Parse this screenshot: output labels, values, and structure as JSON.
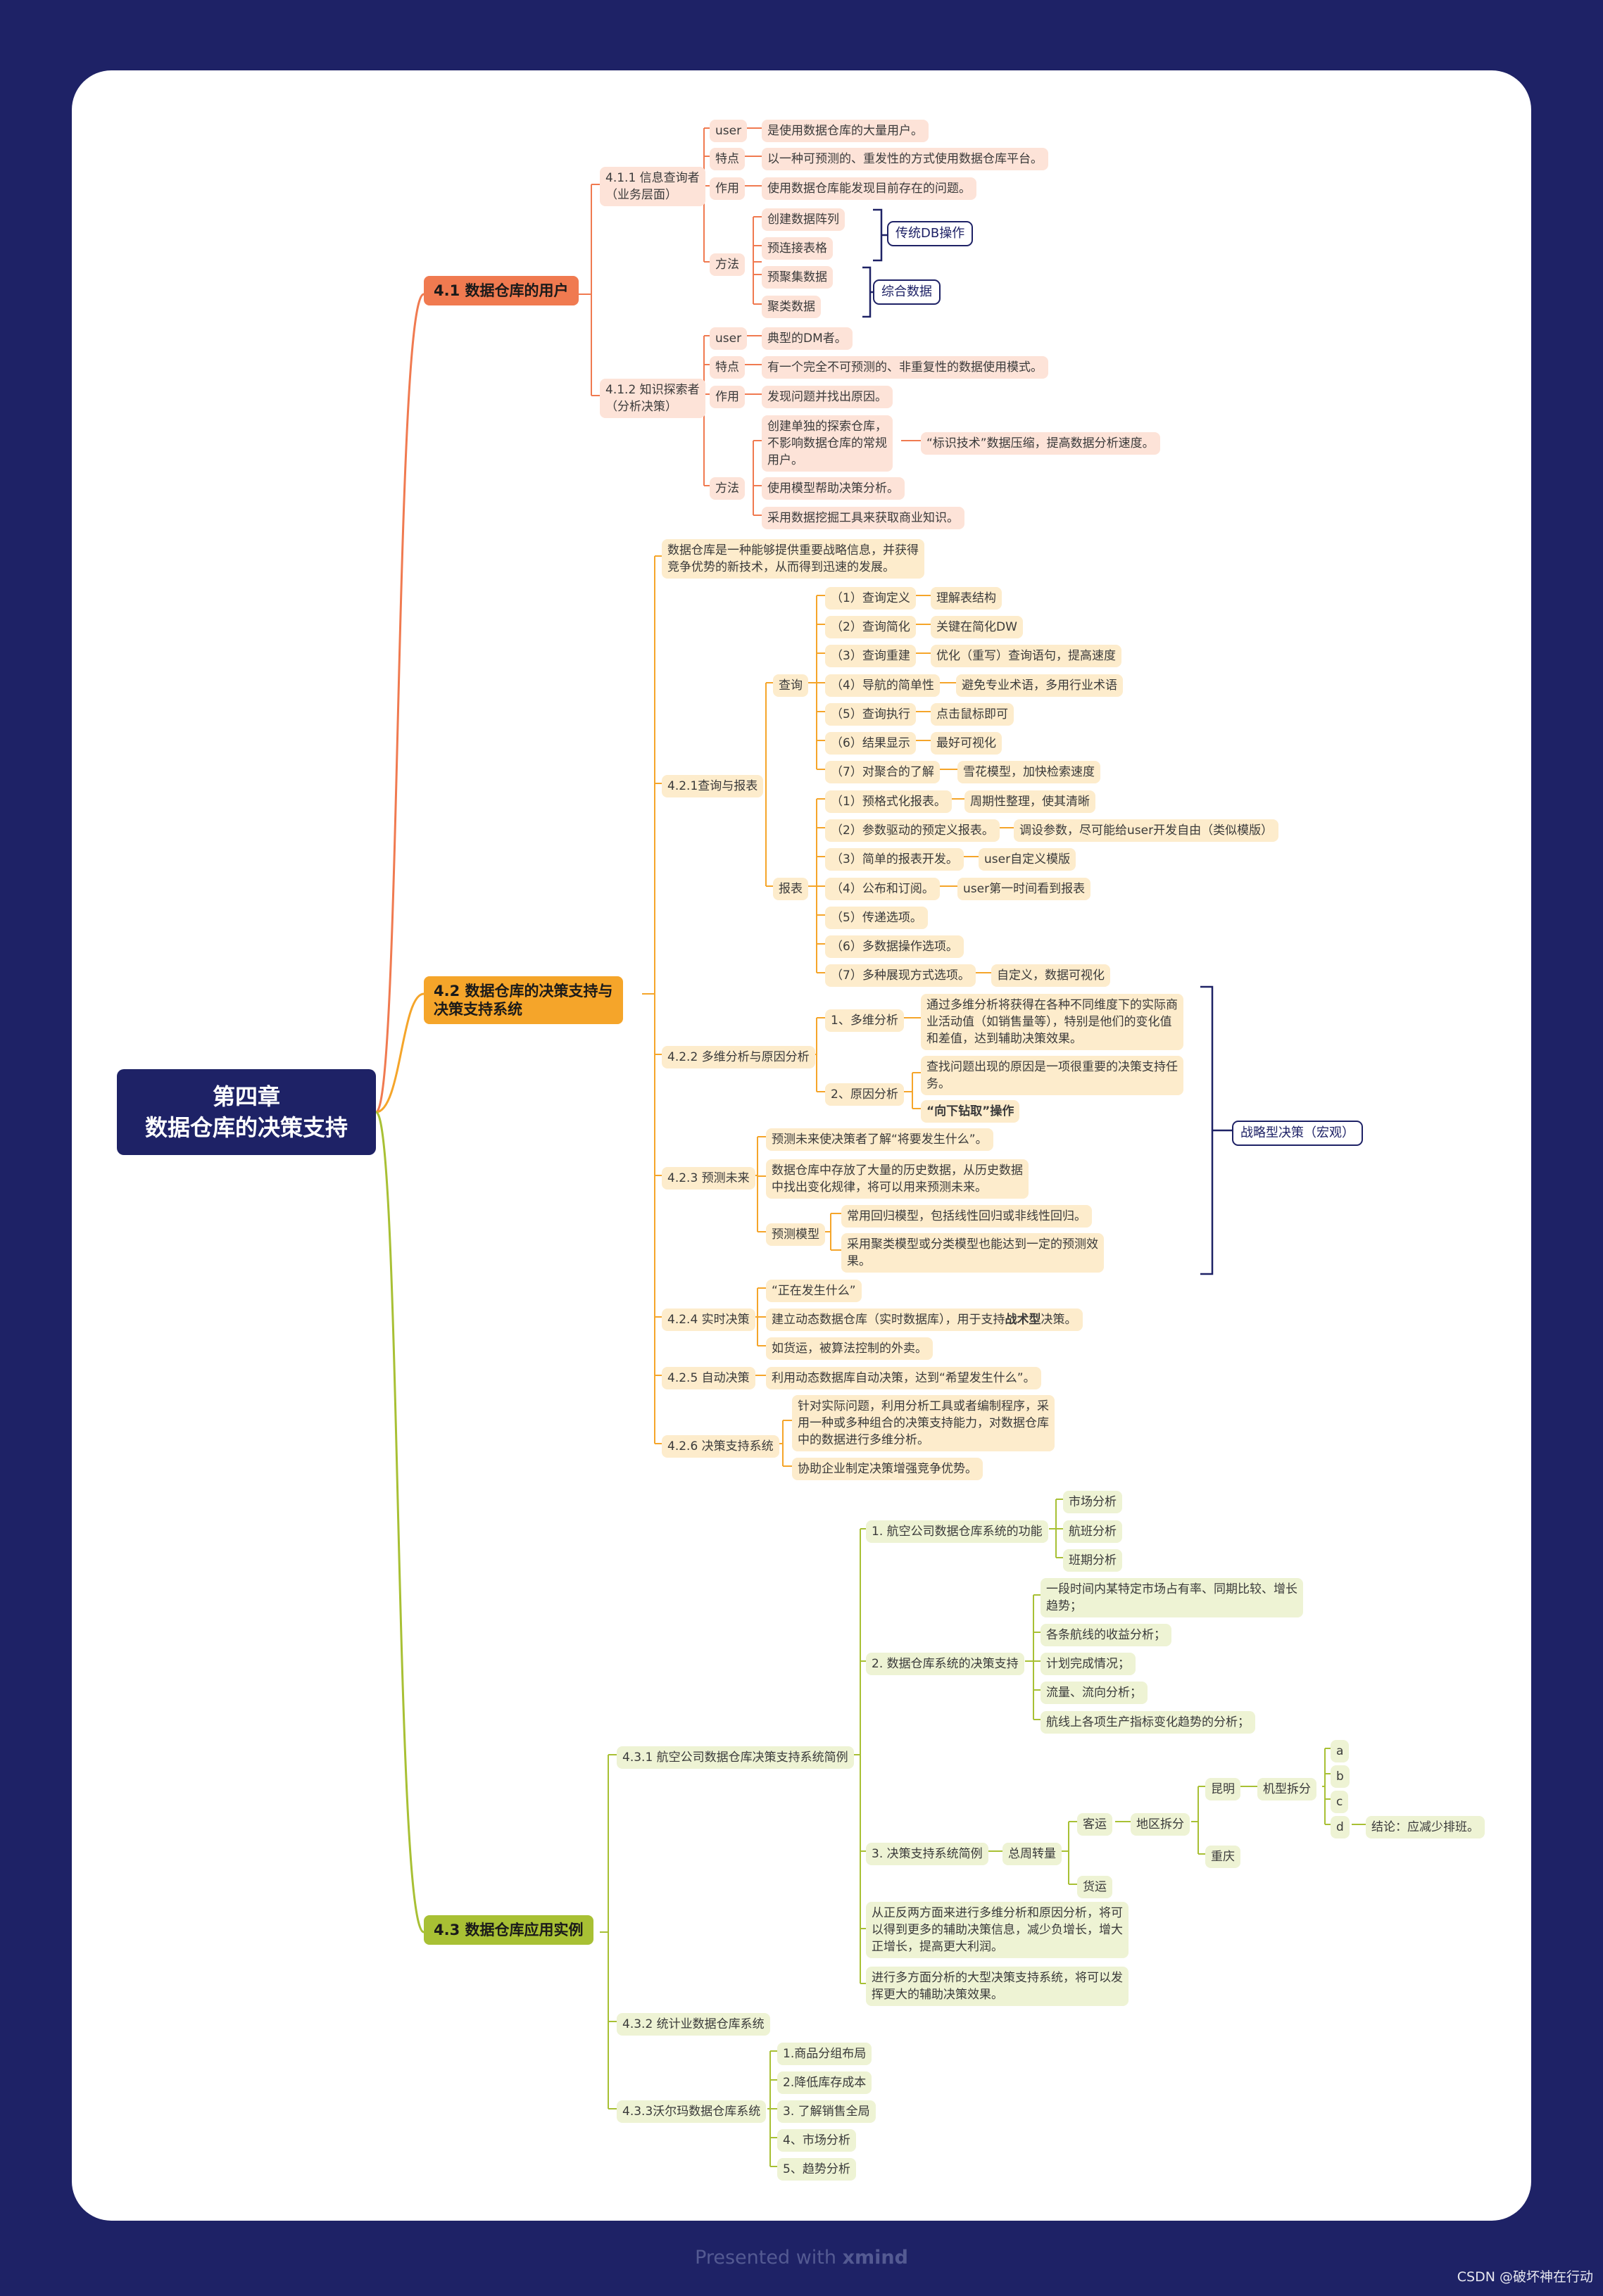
{
  "root": "第四章\n数据仓库的决策支持",
  "footer": {
    "presented": "Presented with",
    "brand": "xmind",
    "credit": "CSDN @破坏神在行动"
  },
  "colors": {
    "frame": "#1e2266",
    "s1": "#f07a50",
    "s2": "#f5a52a",
    "s3": "#a8c034"
  },
  "s1": {
    "title": "4.1 数据仓库的用户",
    "a": {
      "label": "4.1.1 信息查询者\n（业务层面）",
      "user_k": "user",
      "user_v": "是使用数据仓库的大量用户。",
      "feat_k": "特点",
      "feat_v": "以一种可预测的、重发性的方式使用数据仓库平台。",
      "use_k": "作用",
      "use_v": "使用数据仓库能发现目前存在的问题。",
      "method_k": "方法",
      "methods": [
        "创建数据阵列",
        "预连接表格",
        "预聚集数据",
        "聚类数据"
      ],
      "callout1": "传统DB操作",
      "callout2": "综合数据"
    },
    "b": {
      "label": "4.1.2 知识探索者\n（分析决策）",
      "user_k": "user",
      "user_v": "典型的DM者。",
      "feat_k": "特点",
      "feat_v": "有一个完全不可预测的、非重复性的数据使用模式。",
      "use_k": "作用",
      "use_v": "发现问题并找出原因。",
      "method_k": "方法",
      "m1": "创建单独的探索仓库，\n不影响数据仓库的常规\n用户。",
      "m1_detail": "“标识技术”数据压缩，提高数据分析速度。",
      "m2": "使用模型帮助决策分析。",
      "m3": "采用数据挖掘工具来获取商业知识。"
    }
  },
  "s2": {
    "title": "4.2 数据仓库的决策支持与\n决策支持系统",
    "intro": "数据仓库是一种能够提供重要战略信息，并获得\n竞争优势的新技术，从而得到迅速的发展。",
    "s421": {
      "label": "4.2.1查询与报表",
      "query": "查询",
      "report": "报表",
      "q_items": [
        [
          "（1）查询定义",
          "理解表结构"
        ],
        [
          "（2）查询简化",
          "关键在简化DW"
        ],
        [
          "（3）查询重建",
          "优化（重写）查询语句，提高速度"
        ],
        [
          "（4）导航的简单性",
          "避免专业术语，多用行业术语"
        ],
        [
          "（5）查询执行",
          "点击鼠标即可"
        ],
        [
          "（6）结果显示",
          "最好可视化"
        ],
        [
          "（7）对聚合的了解",
          "雪花模型，加快检索速度"
        ]
      ],
      "r_items": [
        [
          "（1）预格式化报表。",
          "周期性整理，使其清晰"
        ],
        [
          "（2）参数驱动的预定义报表。",
          "调设参数，尽可能给user开发自由（类似模版）"
        ],
        [
          "（3）简单的报表开发。",
          "user自定义模版"
        ],
        [
          "（4）公布和订阅。",
          "user第一时间看到报表"
        ],
        [
          "（5）传递选项。",
          ""
        ],
        [
          "（6）多数据操作选项。",
          ""
        ],
        [
          "（7）多种展现方式选项。",
          "自定义，数据可视化"
        ]
      ]
    },
    "s422": {
      "label": "4.2.2 多维分析与原因分析",
      "m_label": "1、多维分析",
      "m_text": "通过多维分析将获得在各种不同维度下的实际商\n业活动值（如销售量等），特别是他们的变化值\n和差值，达到辅助决策效果。",
      "r_label": "2、原因分析",
      "r_text": "查找问题出现的原因是一项很重要的决策支持任\n务。",
      "r_op": "“向下钻取”操作"
    },
    "strategic": "战略型决策（宏观）",
    "s423": {
      "label": "4.2.3 预测未来",
      "a": "预测未来使决策者了解“将要发生什么”。",
      "b": "数据仓库中存放了大量的历史数据，从历史数据\n中找出变化规律，将可以用来预测未来。",
      "model": "预测模型",
      "m1": "常用回归模型，包括线性回归或非线性回归。",
      "m2": "采用聚类模型或分类模型也能达到一定的预测效\n果。"
    },
    "s424": {
      "label": "4.2.4 实时决策",
      "a": "“正在发生什么”",
      "b_pre": "建立动态数据仓库（实时数据库），用于支持",
      "b_bold": "战术型",
      "b_post": "决策。",
      "c": "如货运，被算法控制的外卖。"
    },
    "s425": {
      "label": "4.2.5 自动决策",
      "a": "利用动态数据库自动决策，达到“希望发生什么”。"
    },
    "s426": {
      "label": "4.2.6 决策支持系统",
      "a": "针对实际问题，利用分析工具或者编制程序，采\n用一种或多种组合的决策支持能力，对数据仓库\n中的数据进行多维分析。",
      "b": "协助企业制定决策增强竞争优势。"
    }
  },
  "s3": {
    "title": "4.3 数据仓库应用实例",
    "s431": {
      "label": "4.3.1 航空公司数据仓库决策支持系统简例",
      "f_label": "1. 航空公司数据仓库系统的功能",
      "f_items": [
        "市场分析",
        "航班分析",
        "班期分析"
      ],
      "d_label": "2. 数据仓库系统的决策支持",
      "d_items": [
        "一段时间内某特定市场占有率、同期比较、增长\n趋势；",
        "各条航线的收益分析；",
        "计划完成情况；",
        "流量、流向分析；",
        "航线上各项生产指标变化趋势的分析；"
      ],
      "c_label": "3. 决策支持系统简例",
      "c_total": "总周转量",
      "c_passenger": "客运",
      "c_region": "地区拆分",
      "c_kunming": "昆明",
      "c_flight": "机型拆分",
      "c_letters": [
        "a",
        "b",
        "c",
        "d"
      ],
      "c_conclusion": "结论：应减少排班。",
      "c_chongqing": "重庆",
      "c_cargo": "货运",
      "n1": "从正反两方面来进行多维分析和原因分析，将可\n以得到更多的辅助决策信息，减少负增长，增大\n正增长，提高更大利润。",
      "n2": "进行多方面分析的大型决策支持系统，将可以发\n挥更大的辅助决策效果。"
    },
    "s432": {
      "label": "4.3.2 统计业数据仓库系统"
    },
    "s433": {
      "label": "4.3.3沃尔玛数据仓库系统",
      "items": [
        "1.商品分组布局",
        "2.降低库存成本",
        "3. 了解销售全局",
        "4、市场分析",
        "5、趋势分析"
      ]
    }
  }
}
